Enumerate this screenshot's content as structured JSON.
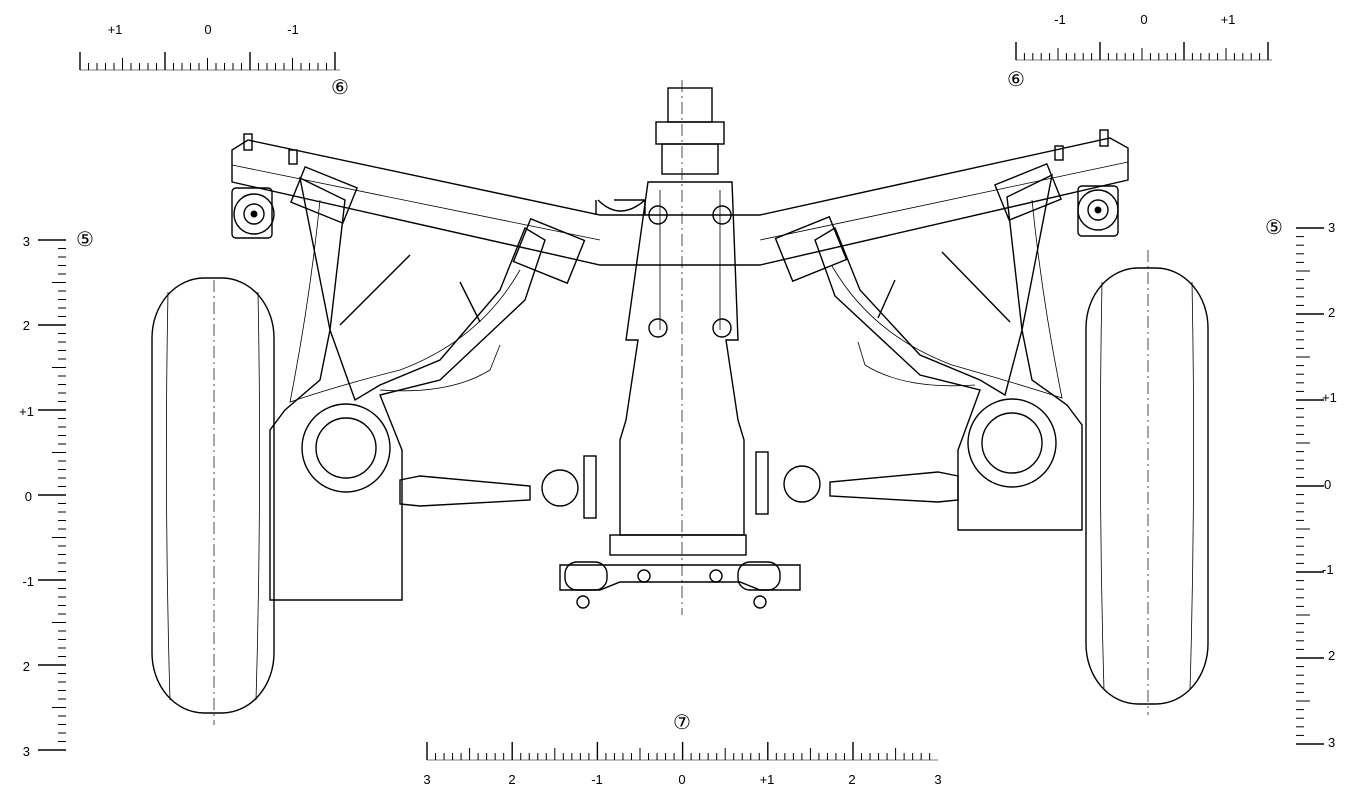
{
  "scales": {
    "top_left": {
      "marker": "⑥",
      "labels": [
        "+1",
        "0",
        "-1"
      ]
    },
    "top_right": {
      "marker": "⑥",
      "labels": [
        "-1",
        "0",
        "+1"
      ]
    },
    "left": {
      "marker": "⑤",
      "labels": [
        "3",
        "2",
        "+1",
        "0",
        "-1",
        "2",
        "3"
      ]
    },
    "right": {
      "marker": "⑤",
      "labels": [
        "3",
        "2",
        "+1",
        "0",
        "-1",
        "2",
        "3"
      ]
    },
    "bottom": {
      "marker": "⑦",
      "labels": [
        "3",
        "2",
        "-1",
        "0",
        "+1",
        "2",
        "3"
      ]
    }
  }
}
